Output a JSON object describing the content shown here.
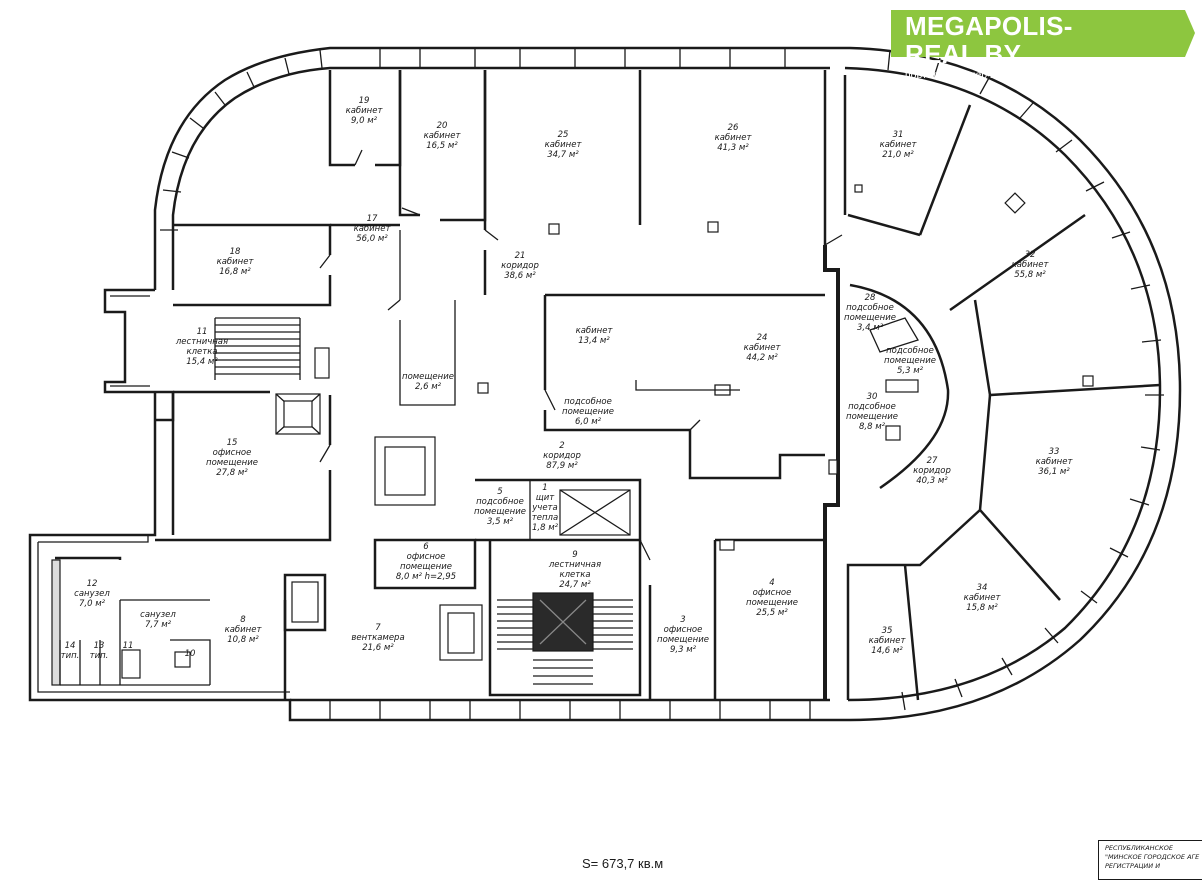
{
  "logo": {
    "title": "MEGAPOLIS-REAL.BY",
    "subtitle": "портал о коммерческой недвижимости в Беларуси",
    "color": "#8dc63f"
  },
  "total_area": "S= 673,7 кв.м",
  "stamp": {
    "lines": [
      "РЕСПУБЛИКАНСКОЕ",
      "\"МИНСКОЕ ГОРОДСКОЕ АГЕ",
      "РЕГИСТРАЦИИ И"
    ]
  },
  "rooms": [
    {
      "id": "r19",
      "lines": [
        "19",
        "кабинет",
        "9,0 м²"
      ]
    },
    {
      "id": "r20",
      "lines": [
        "20",
        "кабинет",
        "16,5 м²"
      ]
    },
    {
      "id": "r25",
      "lines": [
        "25",
        "кабинет",
        "34,7 м²"
      ]
    },
    {
      "id": "r26",
      "lines": [
        "26",
        "кабинет",
        "41,3 м²"
      ]
    },
    {
      "id": "r31",
      "lines": [
        "31",
        "кабинет",
        "21,0 м²"
      ]
    },
    {
      "id": "r32",
      "lines": [
        "32",
        "кабинет",
        "55,8 м²"
      ]
    },
    {
      "id": "r17",
      "lines": [
        "17",
        "кабинет",
        "56,0 м²"
      ]
    },
    {
      "id": "r18",
      "lines": [
        "18",
        "кабинет",
        "16,8 м²"
      ]
    },
    {
      "id": "r21",
      "lines": [
        "21",
        "коридор",
        "38,6 м²"
      ]
    },
    {
      "id": "r28",
      "lines": [
        "28",
        "подсобное",
        "помещение",
        "3,4 м²"
      ]
    },
    {
      "id": "r29",
      "lines": [
        "подсобное",
        "помещение",
        "5,3 м²"
      ]
    },
    {
      "id": "r11",
      "lines": [
        "11",
        "лестничная",
        "клетка",
        "15,4 м²"
      ]
    },
    {
      "id": "r23",
      "lines": [
        "кабинет",
        "13,4 м²"
      ]
    },
    {
      "id": "r24",
      "lines": [
        "24",
        "кабинет",
        "44,2 м²"
      ]
    },
    {
      "id": "r16",
      "lines": [
        "помещение",
        "2,6 м²"
      ]
    },
    {
      "id": "r22",
      "lines": [
        "подсобное",
        "помещение",
        "6,0 м²"
      ]
    },
    {
      "id": "r30",
      "lines": [
        "30",
        "подсобное",
        "помещение",
        "8,8 м²"
      ]
    },
    {
      "id": "r15",
      "lines": [
        "15",
        "офисное",
        "помещение",
        "27,8 м²"
      ]
    },
    {
      "id": "r2",
      "lines": [
        "2",
        "коридор",
        "87,9 м²"
      ]
    },
    {
      "id": "r27",
      "lines": [
        "27",
        "коридор",
        "40,3 м²"
      ]
    },
    {
      "id": "r33",
      "lines": [
        "33",
        "кабинет",
        "36,1 м²"
      ]
    },
    {
      "id": "r5",
      "lines": [
        "5",
        "подсобное",
        "помещение",
        "3,5 м²"
      ]
    },
    {
      "id": "r1",
      "lines": [
        "1",
        "щит",
        "учета",
        "тепла",
        "1,8 м²"
      ]
    },
    {
      "id": "r6",
      "lines": [
        "6",
        "офисное",
        "помещение",
        "8,0 м²  h=2,95"
      ]
    },
    {
      "id": "r9",
      "lines": [
        "9",
        "лестничная",
        "клетка",
        "24,7 м²"
      ]
    },
    {
      "id": "r4",
      "lines": [
        "4",
        "офисное",
        "помещение",
        "25,5 м²"
      ]
    },
    {
      "id": "r12",
      "lines": [
        "12",
        "санузел",
        "7,0 м²"
      ]
    },
    {
      "id": "r10s",
      "lines": [
        "санузел",
        "7,7 м²"
      ]
    },
    {
      "id": "r8",
      "lines": [
        "8",
        "кабинет",
        "10,8 м²"
      ]
    },
    {
      "id": "r7",
      "lines": [
        "7",
        "венткамера",
        "21,6 м²"
      ]
    },
    {
      "id": "r3",
      "lines": [
        "3",
        "офисное",
        "помещение",
        "9,3 м²"
      ]
    },
    {
      "id": "r34",
      "lines": [
        "34",
        "кабинет",
        "15,8 м²"
      ]
    },
    {
      "id": "r35",
      "lines": [
        "35",
        "кабинет",
        "14,6 м²"
      ]
    },
    {
      "id": "r14",
      "lines": [
        "14",
        "тип."
      ]
    },
    {
      "id": "r13",
      "lines": [
        "13",
        "тип."
      ]
    },
    {
      "id": "r11b",
      "lines": [
        "11"
      ]
    },
    {
      "id": "r10b",
      "lines": [
        "10"
      ]
    }
  ]
}
